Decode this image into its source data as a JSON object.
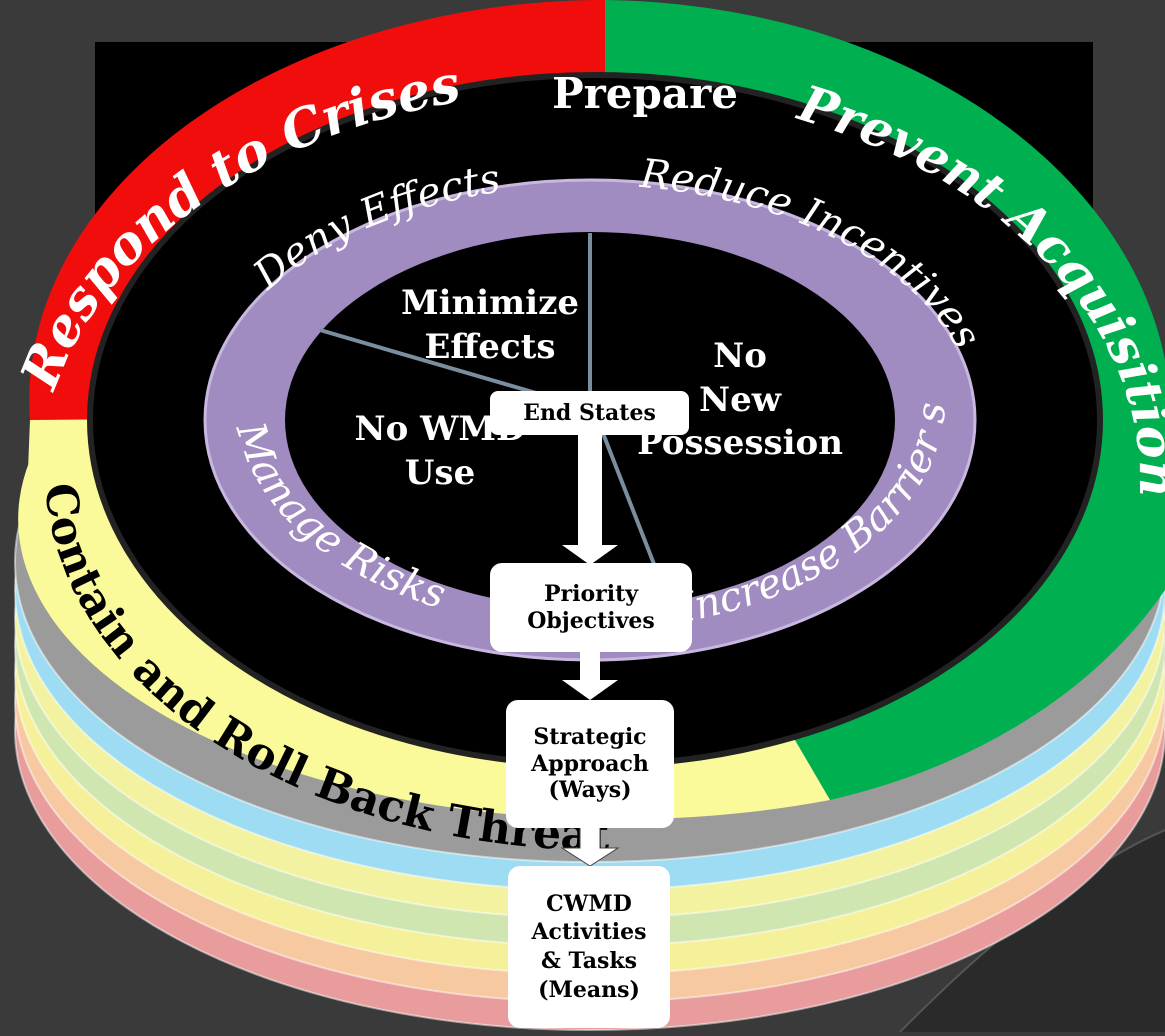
{
  "outer_ring": {
    "respond": "Respond to Crises",
    "prepare": "Prepare",
    "prevent": "Prevent Acquisition",
    "contain": "Contain and Roll Back Threats"
  },
  "middle_ring": {
    "deny": "Deny Effects",
    "reduce": "Reduce Incentives",
    "increase": "Increase Barrier s",
    "manage": "Manage Risks"
  },
  "end_states": {
    "minimize": [
      "Minimize",
      "Effects"
    ],
    "no_new": [
      "No",
      "New",
      "Possession"
    ],
    "no_wmd": [
      "No WMD",
      "Use"
    ]
  },
  "flow_boxes": {
    "end_states": "End States",
    "priority": [
      "Priority",
      "Objectives"
    ],
    "strategic": [
      "Strategic",
      "Approach",
      "(Ways)"
    ],
    "cwmd": [
      "CWMD",
      "Activities",
      "& Tasks",
      "(Means)"
    ]
  },
  "colors": {
    "background": "#3a3a3a",
    "red": "#f20d0d",
    "green": "#00b050",
    "yellow": "#fafa9b",
    "purple": "#a08cc0",
    "black": "#000000",
    "layer_colors": [
      "#e89c9c",
      "#f6c9a0",
      "#f5f09a",
      "#cfe6b0",
      "#f2f2a0",
      "#9edcf3",
      "#9b9b9b"
    ]
  }
}
